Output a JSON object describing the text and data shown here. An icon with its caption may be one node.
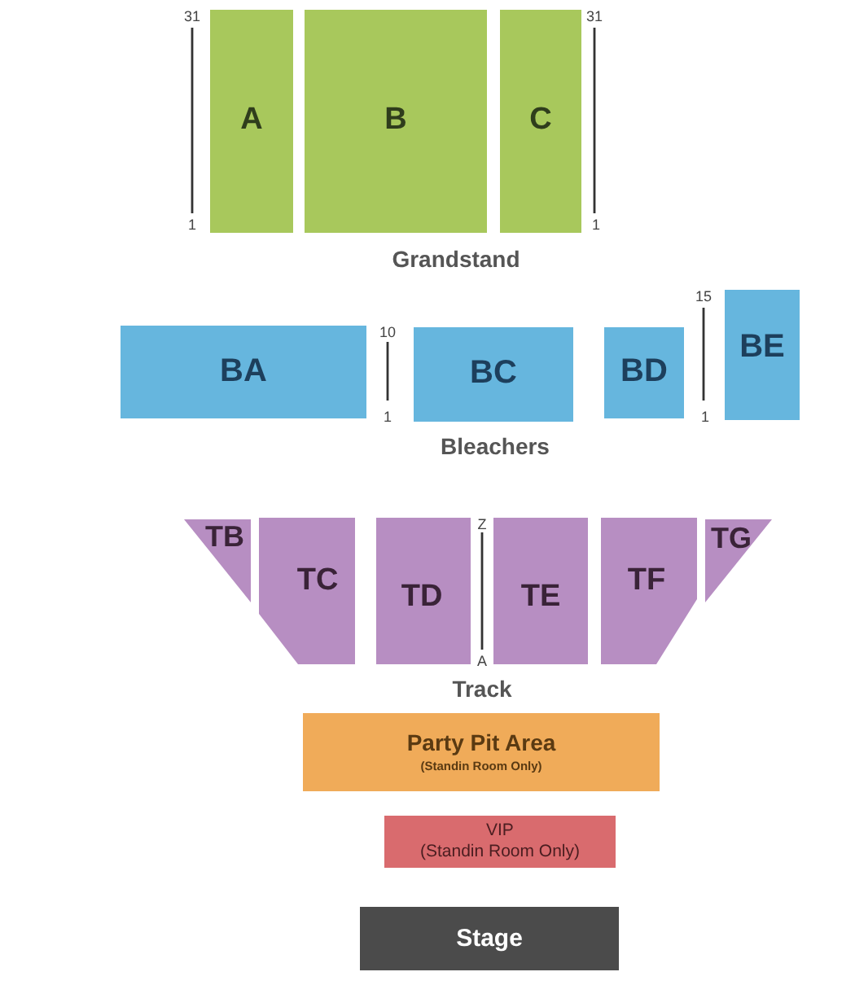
{
  "diagram": {
    "nodes": [
      {
        "text": [
          "A"
        ]
      },
      {
        "text": [
          "B"
        ]
      },
      {
        "text": [
          "C"
        ]
      },
      {
        "text": [
          "BA"
        ]
      },
      {
        "text": [
          "BC"
        ]
      },
      {
        "text": [
          "BD"
        ]
      },
      {
        "text": [
          "BE"
        ]
      },
      {
        "text": [
          "TB"
        ]
      },
      {
        "text": [
          "TC"
        ]
      },
      {
        "text": [
          "TD"
        ]
      },
      {
        "text": [
          "TE"
        ]
      },
      {
        "text": [
          "TF"
        ]
      },
      {
        "text": [
          "TG"
        ]
      },
      {
        "text": [
          "Party Pit Area",
          "(Standin Room Only)"
        ]
      },
      {
        "text": [
          "VIP",
          "(Standin Room Only)"
        ]
      },
      {
        "text": [
          "Stage"
        ]
      }
    ],
    "labels": [
      "31",
      "31",
      "1",
      "1",
      "Grandstand",
      "15",
      "10",
      "1",
      "1",
      "Bleachers",
      "Z",
      "A",
      "Track"
    ]
  }
}
